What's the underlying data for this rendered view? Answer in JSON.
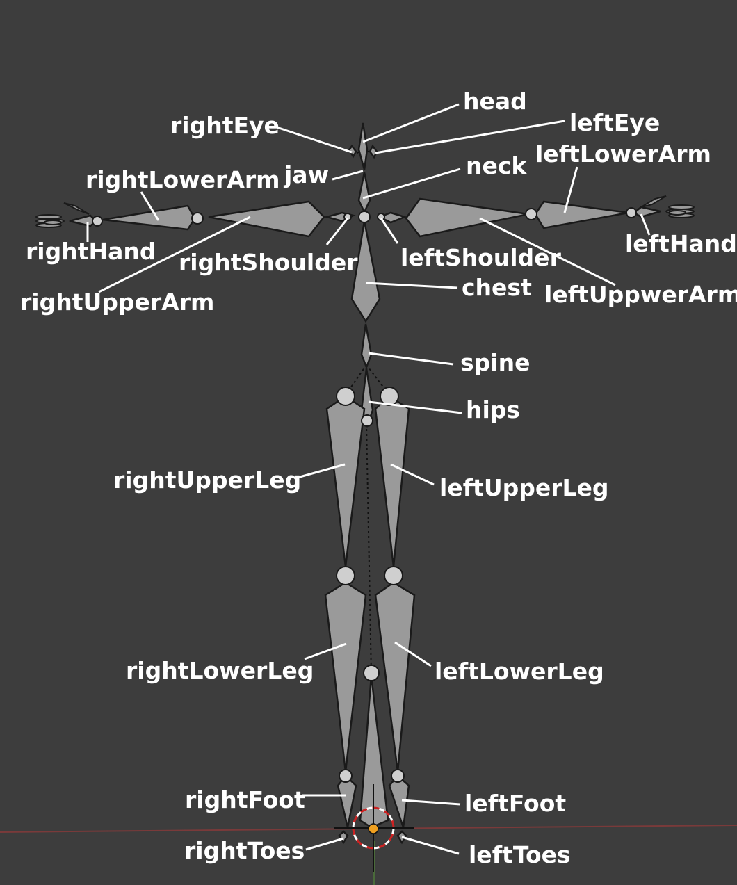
{
  "labels": {
    "head": "head",
    "rightEye": "rightEye",
    "leftEye": "leftEye",
    "jaw": "jaw",
    "neck": "neck",
    "rightLowerArm": "rightLowerArm",
    "leftLowerArm": "leftLowerArm",
    "rightHand": "rightHand",
    "leftHand": "leftHand",
    "rightShoulder": "rightShoulder",
    "leftShoulder": "leftShoulder",
    "rightUpperArm": "rightUpperArm",
    "chest": "chest",
    "leftUppwerArm": "leftUppwerArm",
    "spine": "spine",
    "hips": "hips",
    "rightUpperLeg": "rightUpperLeg",
    "leftUpperLeg": "leftUpperLeg",
    "rightLowerLeg": "rightLowerLeg",
    "leftLowerLeg": "leftLowerLeg",
    "rightFoot": "rightFoot",
    "leftFoot": "leftFoot",
    "rightToes": "rightToes",
    "leftToes": "leftToes"
  },
  "colors": {
    "background": "#3d3d3d",
    "bone_fill": "#9a9a9a",
    "bone_outline": "#1a1a1a",
    "label_text": "#ffffff",
    "floor_line_x": "#7a3a3a",
    "cursor_red": "#cc2222",
    "origin_orange": "#f0a020"
  },
  "icons": {
    "cursor": "3d-cursor-icon",
    "origin": "object-origin-icon"
  }
}
